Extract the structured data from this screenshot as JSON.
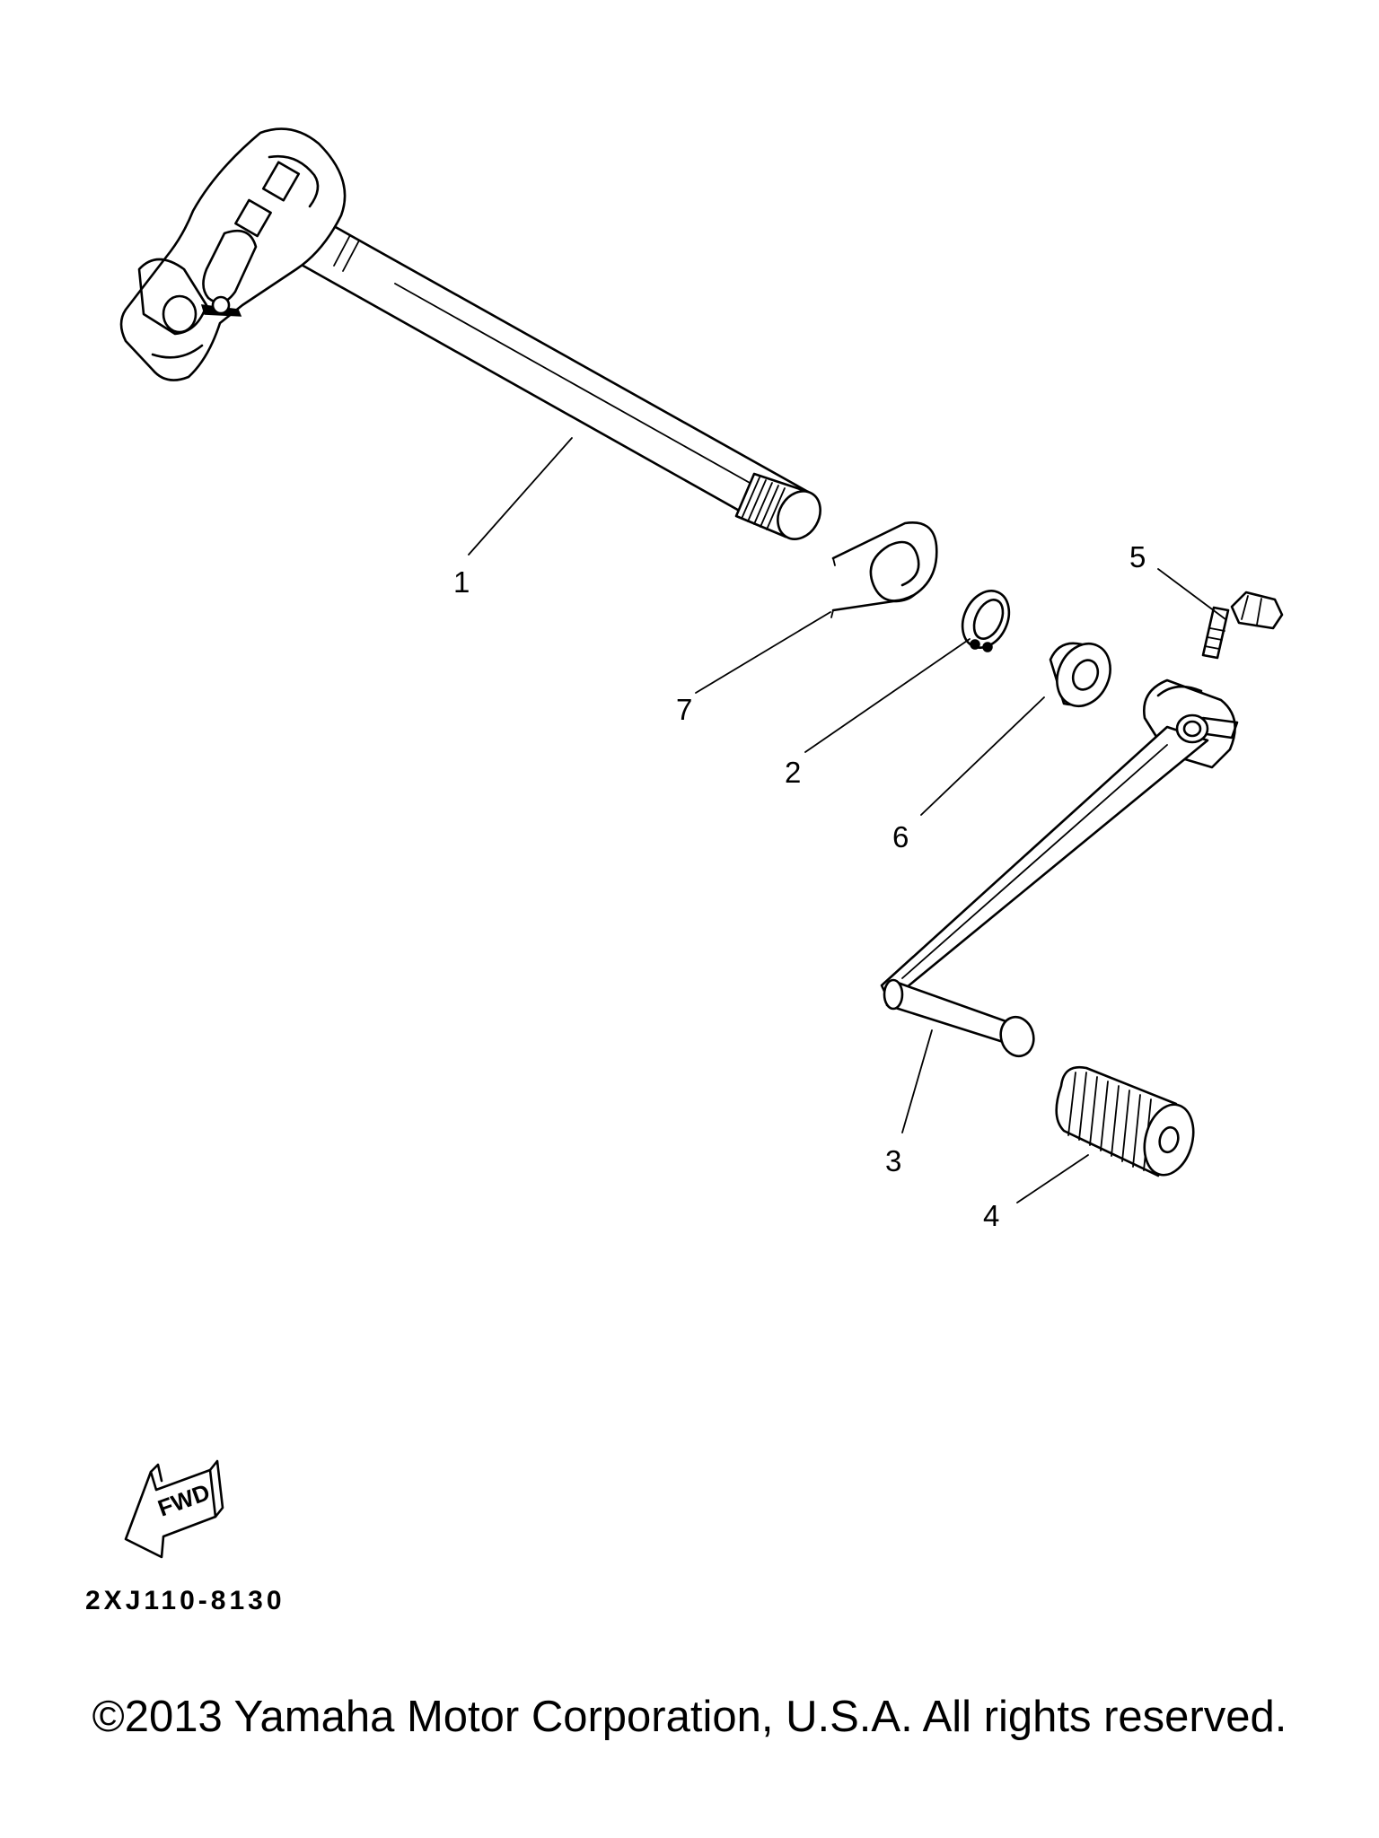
{
  "callouts": [
    {
      "id": "1",
      "label": "1"
    },
    {
      "id": "2",
      "label": "2"
    },
    {
      "id": "3",
      "label": "3"
    },
    {
      "id": "4",
      "label": "4"
    },
    {
      "id": "5",
      "label": "5"
    },
    {
      "id": "6",
      "label": "6"
    },
    {
      "id": "7",
      "label": "7"
    }
  ],
  "direction_arrow": {
    "label": "FWD"
  },
  "diagram_code": "2XJ110-8130",
  "copyright": "©2013 Yamaha Motor Corporation, U.S.A. All rights reserved."
}
